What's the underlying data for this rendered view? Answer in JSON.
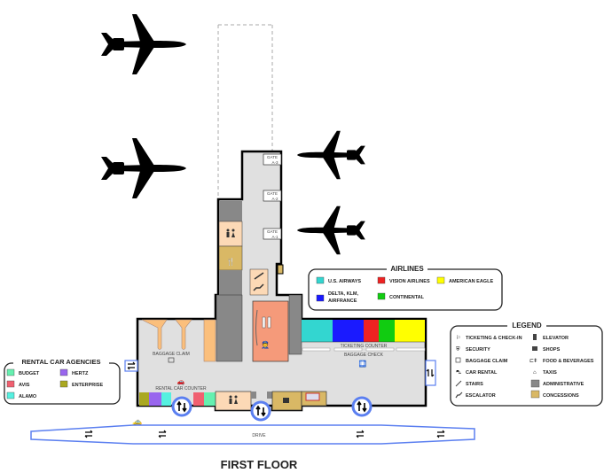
{
  "title": "FIRST FLOOR",
  "drive_label": "DRIVE",
  "gates": [
    "GATE A-3",
    "GATE A-2",
    "GATE A-1"
  ],
  "gate_word": "GATE",
  "gate_ids": [
    "A-3",
    "A-2",
    "A-1"
  ],
  "area_labels": {
    "baggage_claim": "BAGGAGE CLAIM",
    "rental_car_counter": "RENTAL CAR COUNTER",
    "ticketing_counter": "TICKETING COUNTER",
    "baggage_check": "BAGGAGE CHECK"
  },
  "airlines": {
    "title": "AIRLINES",
    "items": [
      {
        "label": "U.S. AIRWAYS",
        "color": "#33d6d0"
      },
      {
        "label": "VISION AIRLINES",
        "color": "#ee2222"
      },
      {
        "label": "AMERICAN EAGLE",
        "color": "#ffff00"
      },
      {
        "label": "DELTA, KLM,",
        "label2": "AIRFRANCE",
        "color": "#1a1aff"
      },
      {
        "label": "CONTINENTAL",
        "color": "#11cc11"
      }
    ]
  },
  "legend": {
    "title": "LEGEND",
    "items": [
      {
        "label": "TICKETING & CHECK-IN",
        "icon": "ticketing-icon"
      },
      {
        "label": "ELEVATOR",
        "icon": "elevator-icon"
      },
      {
        "label": "SECURITY",
        "icon": "security-icon"
      },
      {
        "label": "SHOPS",
        "icon": "shops-icon"
      },
      {
        "label": "BAGGAGE CLAIM",
        "icon": "baggage-icon"
      },
      {
        "label": "FOOD & BEVERAGES",
        "icon": "food-icon"
      },
      {
        "label": "CAR RENTAL",
        "icon": "car-rental-icon"
      },
      {
        "label": "TAXIS",
        "icon": "taxi-icon"
      },
      {
        "label": "STAIRS",
        "icon": "stairs-icon"
      },
      {
        "label": "ADMINISTRATIVE",
        "color": "#888888"
      },
      {
        "label": "ESCALATOR",
        "icon": "escalator-icon"
      },
      {
        "label": "CONCESSIONS",
        "color": "#d9b865"
      }
    ]
  },
  "rental": {
    "title": "RENTAL CAR AGENCIES",
    "items": [
      {
        "label": "BUDGET",
        "color": "#66f0b0"
      },
      {
        "label": "HERTZ",
        "color": "#9966ee"
      },
      {
        "label": "AVIS",
        "color": "#f06070"
      },
      {
        "label": "ENTERPRISE",
        "color": "#aaa820"
      },
      {
        "label": "ALAMO",
        "color": "#55f0e0"
      }
    ]
  },
  "colors": {
    "floor": "#e0e0e0",
    "admin": "#888888",
    "concessions": "#d9b865",
    "restroom": "#fcd9b6",
    "baggage": "#fbbf7c",
    "security": "#f59a7a",
    "door": "#5b7ff0"
  }
}
